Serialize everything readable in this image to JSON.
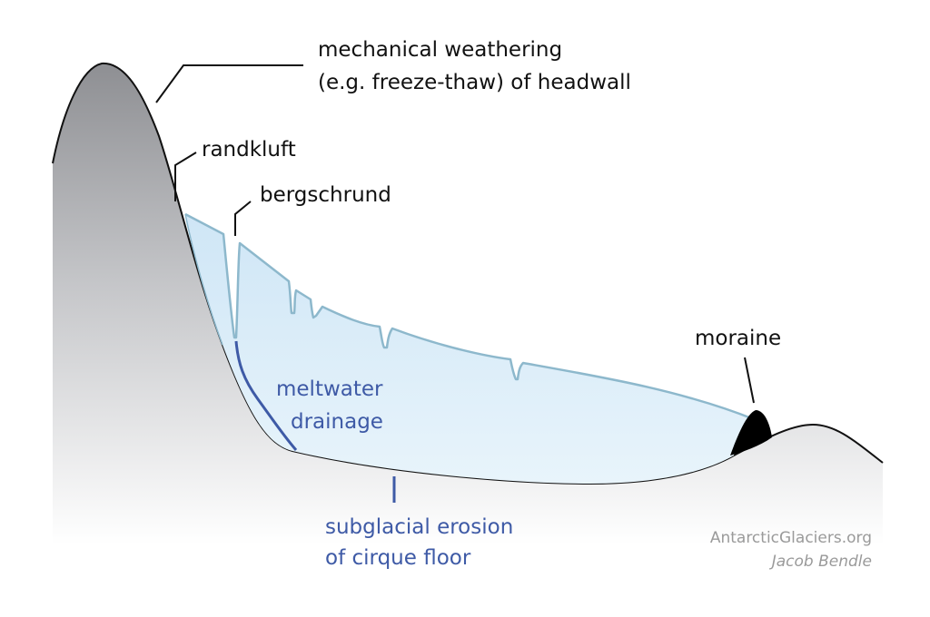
{
  "labels": {
    "headwall_line1": "mechanical weathering",
    "headwall_line2": "(e.g. freeze-thaw) of headwall",
    "randkluft": "randkluft",
    "bergschrund": "bergschrund",
    "moraine": "moraine",
    "meltwater_line1": "meltwater",
    "meltwater_line2": "drainage",
    "erosion_line1": "subglacial erosion",
    "erosion_line2": "of cirque floor"
  },
  "credits": {
    "site": "AntarcticGlaciers.org",
    "author": "Jacob Bendle"
  },
  "colors": {
    "rock_top": "#8e8f93",
    "rock_bottom": "#ffffff",
    "ice_fill": "#dcedf8",
    "ice_outline": "#8db8cc",
    "moraine": "#000000",
    "leader_dark": "#111111",
    "meltwater_blue": "#3e5aa6"
  }
}
